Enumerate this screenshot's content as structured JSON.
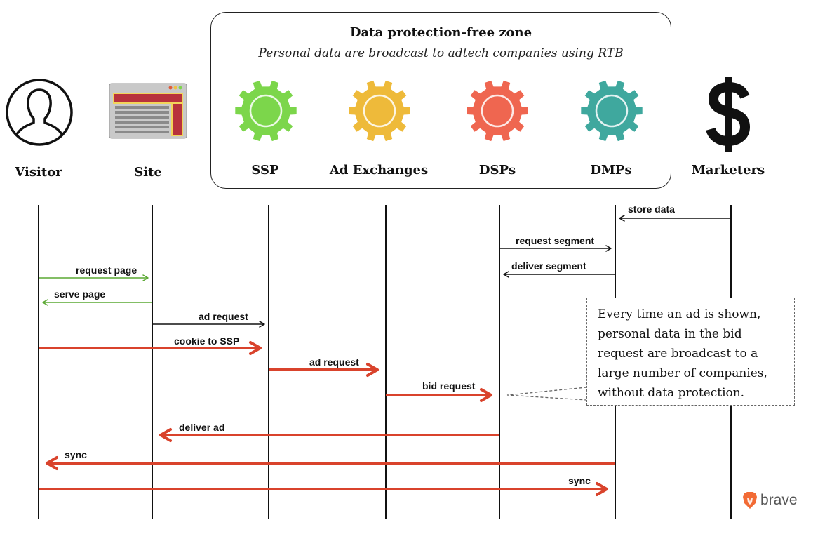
{
  "zone": {
    "title": "Data protection-free zone",
    "subtitle": "Personal data are broadcast to adtech companies using RTB"
  },
  "actors": [
    {
      "label": "Visitor",
      "icon": "person-silhouette-icon"
    },
    {
      "label": "Site",
      "icon": "webpage-icon"
    },
    {
      "label": "SSP",
      "icon": "gear-icon",
      "color": "#7cd64b"
    },
    {
      "label": "Ad Exchanges",
      "icon": "gear-icon",
      "color": "#eeba3a"
    },
    {
      "label": "DSPs",
      "icon": "gear-icon",
      "color": "#ef6650"
    },
    {
      "label": "DMPs",
      "icon": "gear-icon",
      "color": "#3fa89e"
    },
    {
      "label": "Marketers",
      "icon": "dollar-sign-icon"
    }
  ],
  "messages": [
    {
      "label": "store data",
      "from": 6,
      "to": 5,
      "kind": "normal"
    },
    {
      "label": "request segment",
      "from": 4,
      "to": 5,
      "kind": "normal"
    },
    {
      "label": "deliver segment",
      "from": 5,
      "to": 4,
      "kind": "normal"
    },
    {
      "label": "request page",
      "from": 0,
      "to": 1,
      "kind": "page"
    },
    {
      "label": "serve page",
      "from": 1,
      "to": 0,
      "kind": "page"
    },
    {
      "label": "ad request",
      "from": 1,
      "to": 2,
      "kind": "normal"
    },
    {
      "label": "cookie to SSP",
      "from": 0,
      "to": 2,
      "kind": "data"
    },
    {
      "label": "ad request",
      "from": 2,
      "to": 3,
      "kind": "data"
    },
    {
      "label": "bid request",
      "from": 3,
      "to": 4,
      "kind": "data"
    },
    {
      "label": "deliver ad",
      "from": 4,
      "to": 1,
      "kind": "data"
    },
    {
      "label": "sync",
      "from": 5,
      "to": 0,
      "kind": "data"
    },
    {
      "label": "sync",
      "from": 0,
      "to": 5,
      "kind": "data"
    }
  ],
  "callout": {
    "text": "Every time an ad is shown, personal data in the bid request are broadcast to a large number of companies, without data protection."
  },
  "colors": {
    "data_flow": "#d9432c",
    "page_flow": "#5aa832",
    "normal_flow": "#111111"
  },
  "brand": {
    "name": "brave",
    "icon": "brave-lion-icon"
  }
}
